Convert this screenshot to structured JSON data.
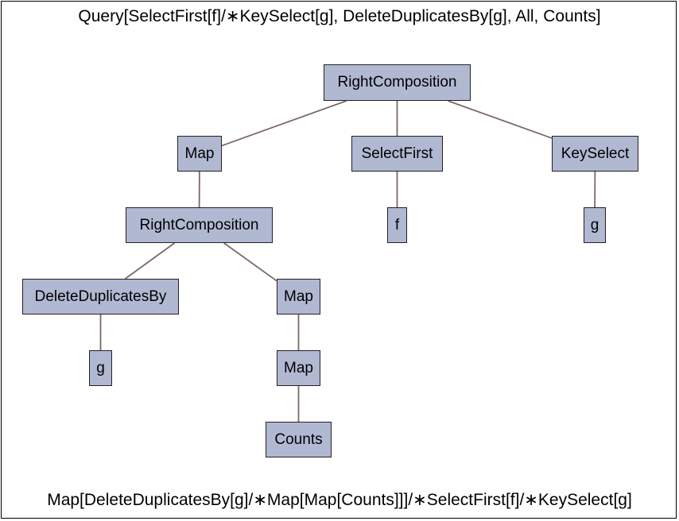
{
  "top_expression": "Query[SelectFirst[f]/∗KeySelect[g], DeleteDuplicatesBy[g], All, Counts]",
  "bottom_expression": "Map[DeleteDuplicatesBy[g]/∗Map[Map[Counts]]]/∗SelectFirst[f]/∗KeySelect[g]",
  "colors": {
    "node_fill": "#b1b8d2",
    "edge": "#7b6868",
    "border": "#000000"
  },
  "tree": {
    "root": {
      "label": "RightComposition"
    },
    "map_1": {
      "label": "Map"
    },
    "selectfirst": {
      "label": "SelectFirst"
    },
    "keyselect": {
      "label": "KeySelect"
    },
    "rightcomposition_2": {
      "label": "RightComposition"
    },
    "f": {
      "label": "f"
    },
    "g_1": {
      "label": "g"
    },
    "deleteduplicatesby": {
      "label": "DeleteDuplicatesBy"
    },
    "map_2": {
      "label": "Map"
    },
    "g_2": {
      "label": "g"
    },
    "map_3": {
      "label": "Map"
    },
    "counts": {
      "label": "Counts"
    }
  },
  "edges": [
    [
      "root",
      "map_1"
    ],
    [
      "root",
      "selectfirst"
    ],
    [
      "root",
      "keyselect"
    ],
    [
      "map_1",
      "rightcomposition_2"
    ],
    [
      "selectfirst",
      "f"
    ],
    [
      "keyselect",
      "g_1"
    ],
    [
      "rightcomposition_2",
      "deleteduplicatesby"
    ],
    [
      "rightcomposition_2",
      "map_2"
    ],
    [
      "deleteduplicatesby",
      "g_2"
    ],
    [
      "map_2",
      "map_3"
    ],
    [
      "map_3",
      "counts"
    ]
  ]
}
